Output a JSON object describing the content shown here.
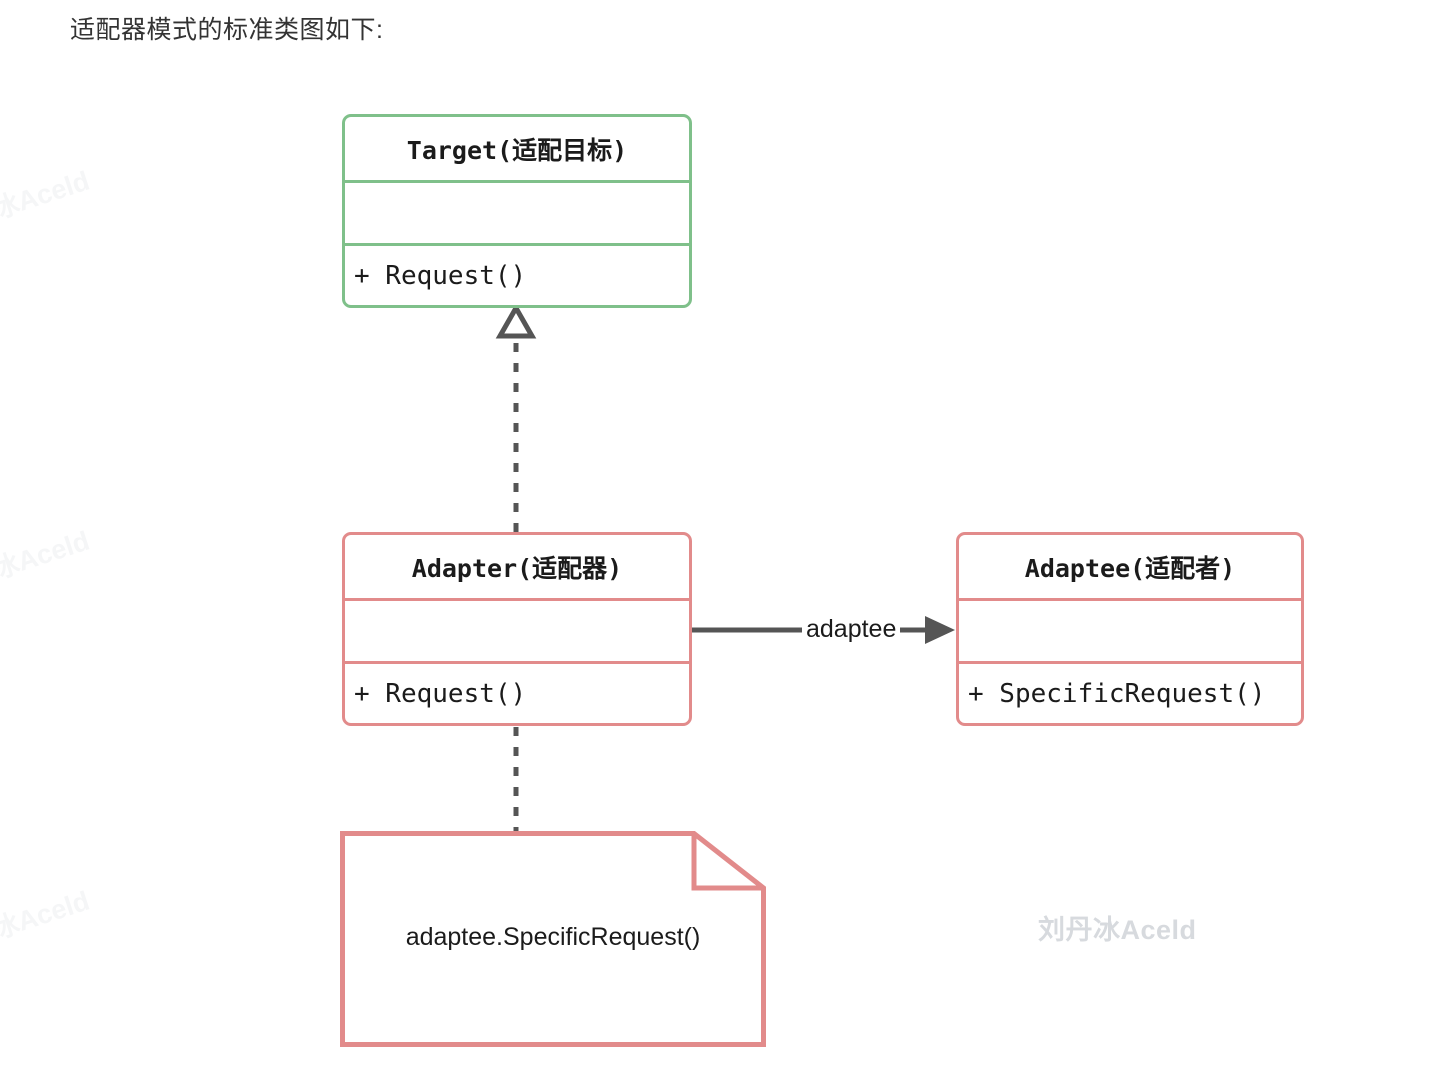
{
  "caption": "适配器模式的标准类图如下:",
  "colors": {
    "target_border": "#7fc08a",
    "adapter_border": "#e28b8b",
    "adaptee_border": "#e28b8b",
    "note_border": "#e28b8b",
    "connector": "#555555",
    "text": "#1b1b1b",
    "watermark": "#d7dade"
  },
  "diagram": {
    "type": "uml-class-diagram",
    "classes": [
      {
        "id": "target",
        "title": "Target(适配目标)",
        "attributes": [],
        "methods": [
          "+ Request()"
        ],
        "border_color": "#7fc08a"
      },
      {
        "id": "adapter",
        "title": "Adapter(适配器)",
        "attributes": [],
        "methods": [
          "+ Request()"
        ],
        "border_color": "#e28b8b"
      },
      {
        "id": "adaptee",
        "title": "Adaptee(适配者)",
        "attributes": [],
        "methods": [
          "+ SpecificRequest()"
        ],
        "border_color": "#e28b8b"
      }
    ],
    "note": {
      "id": "note-adapter-body",
      "text": "adaptee.SpecificRequest()"
    },
    "connections": [
      {
        "id": "adapter-realizes-target",
        "from": "adapter",
        "to": "target",
        "style": "dashed",
        "arrowhead": "hollow-triangle",
        "label": ""
      },
      {
        "id": "adapter-association-adaptee",
        "from": "adapter",
        "to": "adaptee",
        "style": "solid",
        "arrowhead": "filled-arrow",
        "label": "adaptee"
      },
      {
        "id": "adapter-note-link",
        "from": "adapter",
        "to": "note-adapter-body",
        "style": "dashed",
        "arrowhead": "none",
        "label": ""
      }
    ]
  },
  "watermarks": {
    "main": "刘丹冰Aceld",
    "edge": "冰Aceld"
  }
}
